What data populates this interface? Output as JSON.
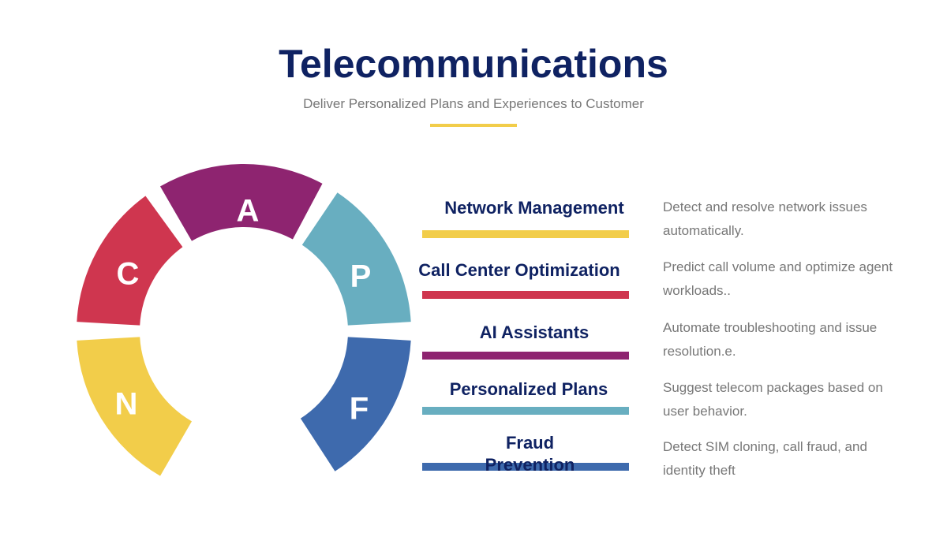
{
  "header": {
    "title": "Telecommunications",
    "subtitle": "Deliver Personalized Plans and Experiences to Customer",
    "accent_color": "#f2cd4a"
  },
  "ring": {
    "segments": [
      {
        "letter": "C",
        "color": "#cf364f"
      },
      {
        "letter": "A",
        "color": "#8e2470"
      },
      {
        "letter": "P",
        "color": "#68aec0"
      },
      {
        "letter": "F",
        "color": "#3e6aad"
      },
      {
        "letter": "N",
        "color": "#f2cd4a"
      }
    ]
  },
  "items": [
    {
      "label": "Network Management",
      "bar_color": "#f2cd4a",
      "description": "Detect and resolve network issues automatically."
    },
    {
      "label": "Call Center Optimization",
      "bar_color": "#cf364f",
      "description": "Predict call volume and optimize agent workloads.."
    },
    {
      "label": "AI Assistants",
      "bar_color": "#8e2470",
      "description": "Automate troubleshooting and issue resolution.e."
    },
    {
      "label": "Personalized Plans",
      "bar_color": "#68aec0",
      "description": "Suggest telecom packages based on user behavior."
    },
    {
      "label": "Fraud Prevention",
      "bar_color": "#3e6aad",
      "description": "Detect SIM cloning, call fraud, and identity theft"
    }
  ]
}
